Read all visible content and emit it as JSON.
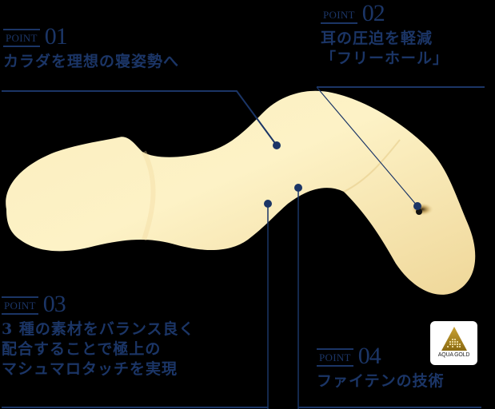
{
  "colors": {
    "background": "#000000",
    "accent_navy": "#1b3566",
    "pillow_light": "#fcefc2",
    "pillow_shade": "#e9cf8e",
    "badge_gold": "#b48a1c"
  },
  "points": [
    {
      "label": "POINT",
      "number": "01",
      "lines": [
        "カラダを理想の寝姿勢へ"
      ]
    },
    {
      "label": "POINT",
      "number": "02",
      "lines": [
        "耳の圧迫を軽減",
        "「フリーホール」"
      ]
    },
    {
      "label": "POINT",
      "number": "03",
      "lines": [
        "3 種の素材をバランス良く",
        "配合することで極上の",
        "マシュマロタッチを実現"
      ]
    },
    {
      "label": "POINT",
      "number": "04",
      "lines": [
        "ファイテンの技術"
      ]
    }
  ],
  "badge": {
    "icon": "aqua-gold-triangle-icon",
    "text": "AQUA GOLD"
  },
  "image": {
    "subject": "pillow-illustration"
  }
}
